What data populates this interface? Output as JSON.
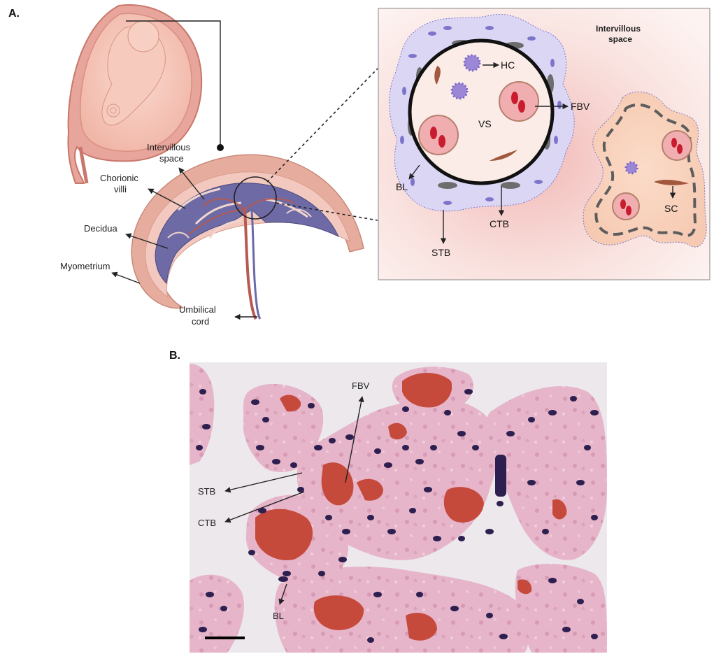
{
  "panels": {
    "a": {
      "label": "A."
    },
    "b": {
      "label": "B."
    }
  },
  "panel_a": {
    "left_labels": {
      "intervillous_1": "Intervillous",
      "intervillous_2": "space",
      "chorionic_1": "Chorionic",
      "chorionic_2": "villi",
      "decidua": "Decidua",
      "myometrium": "Myometrium",
      "umbilical_1": "Umbilical",
      "umbilical_2": "cord"
    },
    "inset_labels": {
      "intervillous_1": "Intervillous",
      "intervillous_2": "space",
      "hc": "HC",
      "fbv": "FBV",
      "vs": "VS",
      "bl": "BL",
      "ctb": "CTB",
      "stb": "STB",
      "sc": "SC"
    }
  },
  "panel_b": {
    "labels": {
      "fbv": "FBV",
      "stb": "STB",
      "ctb": "CTB",
      "bl": "BL"
    },
    "scale_bar": "scale-bar"
  },
  "colors": {
    "inset_bg": "#f7d6d3",
    "uterus": "#e9b3a8",
    "villi_blue": "#6f6fa6",
    "tissue_pink": "#e8b8cc",
    "nucleus": "#3b2a5e",
    "rbc": "#c8463f"
  }
}
